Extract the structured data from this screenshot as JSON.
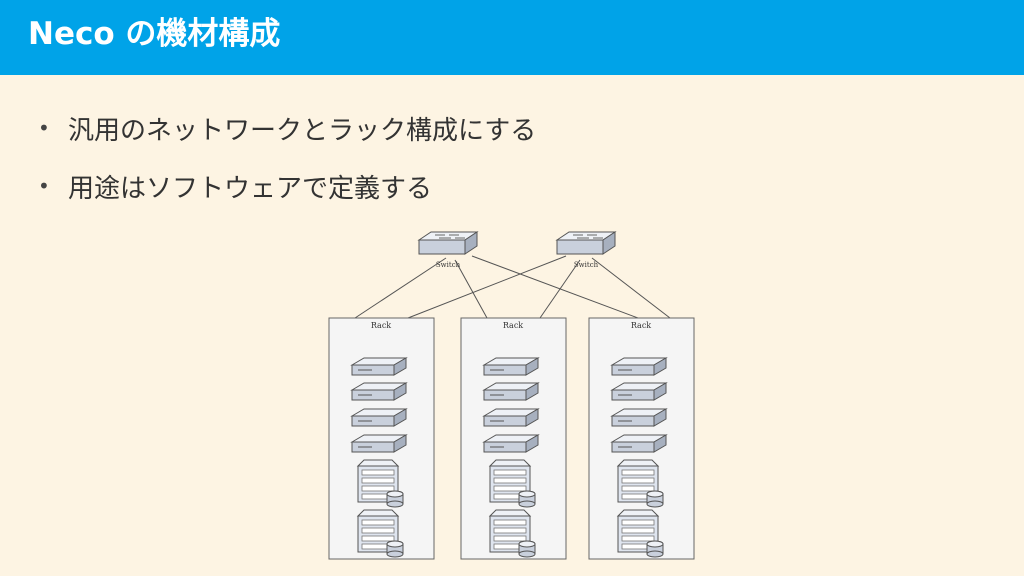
{
  "slide": {
    "title": "Neco の機材構成",
    "bullets": [
      "汎用のネットワークとラック構成にする",
      "用途はソフトウェアで定義する"
    ]
  },
  "diagram": {
    "switches": [
      {
        "label": "Switch",
        "icon": "network-switch-icon"
      },
      {
        "label": "Switch",
        "icon": "network-switch-icon"
      }
    ],
    "racks": [
      {
        "label": "Rack",
        "servers": 4,
        "storage": 2
      },
      {
        "label": "Rack",
        "servers": 4,
        "storage": 2
      },
      {
        "label": "Rack",
        "servers": 4,
        "storage": 2
      }
    ],
    "links": [
      [
        0,
        0
      ],
      [
        0,
        1
      ],
      [
        0,
        2
      ],
      [
        1,
        0
      ],
      [
        1,
        1
      ],
      [
        1,
        2
      ]
    ]
  },
  "colors": {
    "header": "#00a3e8",
    "background": "#fdf4e3",
    "rack_fill": "#f5f5f5",
    "device_fill": "#dfe5ef"
  }
}
